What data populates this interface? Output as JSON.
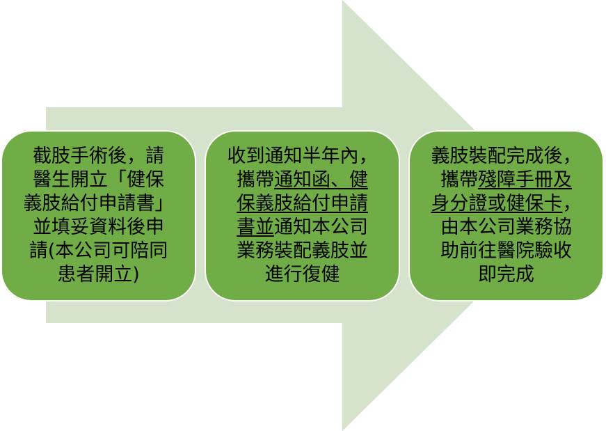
{
  "diagram": {
    "arrow_color": "#d6e3cc",
    "box_color": "#70ad47",
    "steps": [
      {
        "lines": [
          [
            {
              "t": "截肢手術後，請",
              "u": false
            }
          ],
          [
            {
              "t": "醫生開立「健保",
              "u": false
            }
          ],
          [
            {
              "t": "義肢給付申請書」",
              "u": false
            }
          ],
          [
            {
              "t": "並填妥資料後申",
              "u": false
            }
          ],
          [
            {
              "t": "請(本公司可陪同",
              "u": false
            }
          ],
          [
            {
              "t": "患者開立)",
              "u": false
            }
          ]
        ]
      },
      {
        "lines": [
          [
            {
              "t": "收到通知半年內，",
              "u": false
            }
          ],
          [
            {
              "t": "攜帶",
              "u": false
            },
            {
              "t": "通知函、健",
              "u": true
            }
          ],
          [
            {
              "t": "保義肢給付申請",
              "u": true
            }
          ],
          [
            {
              "t": "書並",
              "u": true
            },
            {
              "t": "通知本公司",
              "u": false
            }
          ],
          [
            {
              "t": "業務裝配義肢並",
              "u": false
            }
          ],
          [
            {
              "t": "進行復健",
              "u": false
            }
          ]
        ]
      },
      {
        "lines": [
          [
            {
              "t": "義肢裝配完成後，",
              "u": false
            }
          ],
          [
            {
              "t": "攜帶",
              "u": false
            },
            {
              "t": "殘障手冊及",
              "u": true
            }
          ],
          [
            {
              "t": "身分證或健保卡",
              "u": true
            },
            {
              "t": "，",
              "u": false
            }
          ],
          [
            {
              "t": "由本公司業務協",
              "u": false
            }
          ],
          [
            {
              "t": "助前往醫院驗收",
              "u": false
            }
          ],
          [
            {
              "t": "即完成",
              "u": false
            }
          ]
        ]
      }
    ]
  }
}
